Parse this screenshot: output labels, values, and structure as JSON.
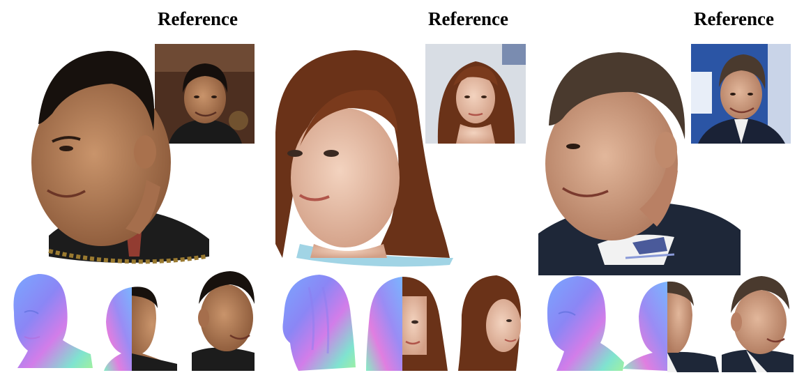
{
  "panels": [
    {
      "reference_label": "Reference",
      "subject": "man with short black hair, smiling, dark suit",
      "hair_color": "#1b1511",
      "skin_color": "#b07a55",
      "bg_color": "#5a3a28"
    },
    {
      "reference_label": "Reference",
      "subject": "woman with long auburn hair",
      "hair_color": "#6a3218",
      "skin_color": "#e9c2aa",
      "bg_color": "#cfd6df"
    },
    {
      "reference_label": "Reference",
      "subject": "man with grey-brown hair in suit and striped tie",
      "hair_color": "#4a3a2e",
      "skin_color": "#d3a488",
      "bg_color": "#2b55a5"
    }
  ],
  "colors": {
    "normal_map_blue": "#6f8cf2",
    "normal_map_pink": "#d87be8",
    "normal_map_green": "#7ee6c8"
  }
}
